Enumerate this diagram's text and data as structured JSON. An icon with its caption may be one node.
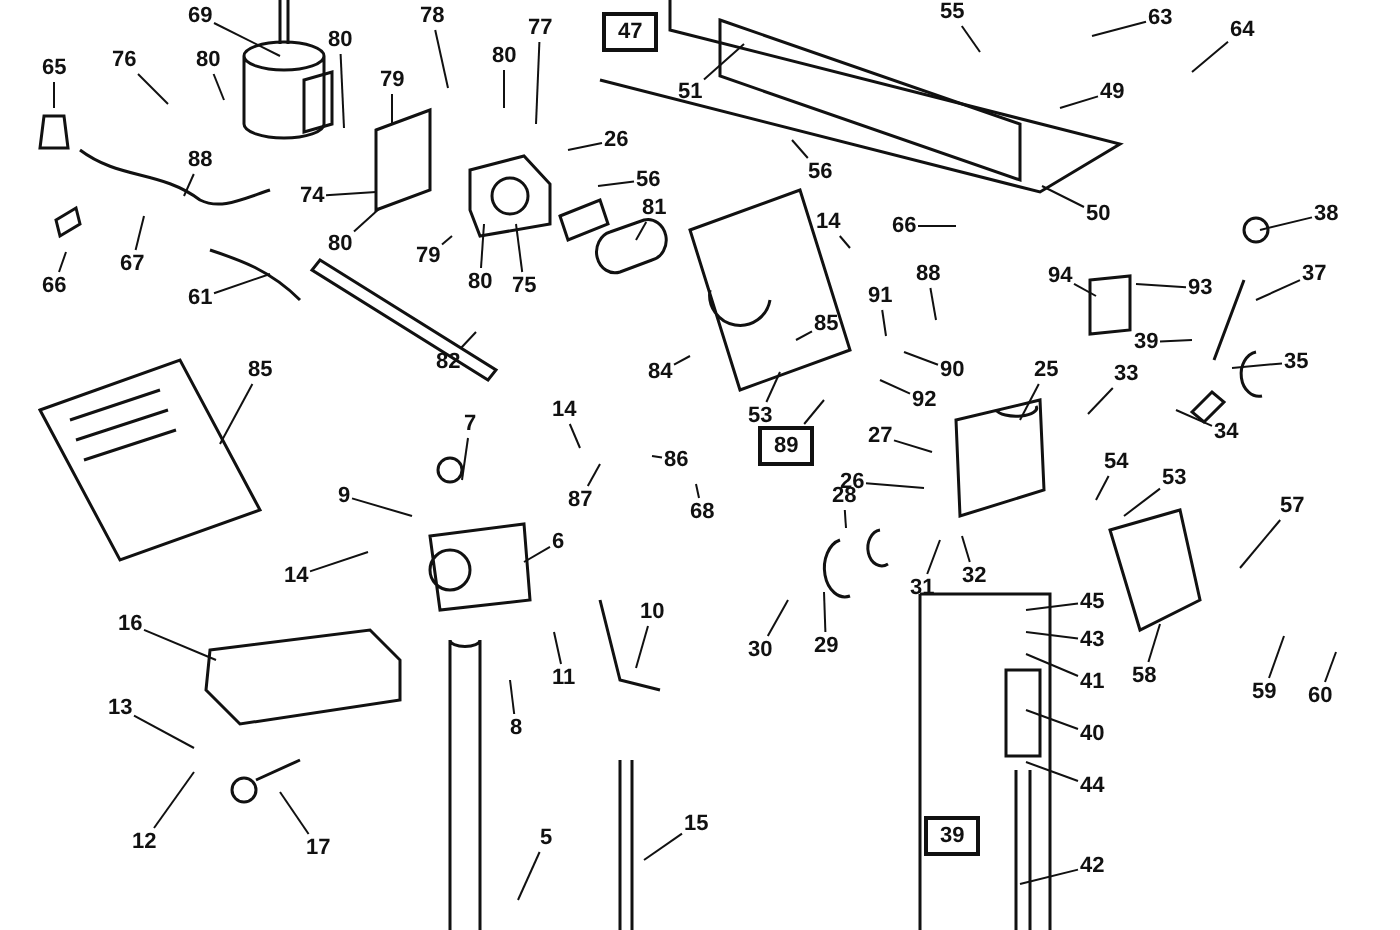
{
  "diagram": {
    "nodes": [
      {
        "text": [
          "69"
        ]
      },
      {
        "text": [
          "76"
        ]
      },
      {
        "text": [
          "80"
        ]
      },
      {
        "text": [
          "80"
        ]
      },
      {
        "text": [
          "79"
        ]
      },
      {
        "text": [
          "78"
        ]
      },
      {
        "text": [
          "80"
        ]
      },
      {
        "text": [
          "77"
        ]
      },
      {
        "text": [
          "65"
        ]
      },
      {
        "text": [
          "88"
        ]
      },
      {
        "text": [
          "26"
        ]
      },
      {
        "text": [
          "56"
        ]
      },
      {
        "text": [
          "74"
        ]
      },
      {
        "text": [
          "66"
        ]
      },
      {
        "text": [
          "67"
        ]
      },
      {
        "text": [
          "80"
        ]
      },
      {
        "text": [
          "79"
        ]
      },
      {
        "text": [
          "80"
        ]
      },
      {
        "text": [
          "75"
        ]
      },
      {
        "text": [
          "81"
        ]
      },
      {
        "text": [
          "61"
        ]
      },
      {
        "text": [
          "82"
        ]
      },
      {
        "text": [
          "85"
        ]
      },
      {
        "text": [
          "84"
        ]
      },
      {
        "text": [
          "14"
        ]
      },
      {
        "text": [
          "47"
        ]
      },
      {
        "text": [
          "51"
        ]
      },
      {
        "text": [
          "55"
        ]
      },
      {
        "text": [
          "63"
        ]
      },
      {
        "text": [
          "64"
        ]
      },
      {
        "text": [
          "49"
        ]
      },
      {
        "text": [
          "56"
        ]
      },
      {
        "text": [
          "50"
        ]
      },
      {
        "text": [
          "66"
        ]
      },
      {
        "text": [
          "38"
        ]
      },
      {
        "text": [
          "37"
        ]
      },
      {
        "text": [
          "88"
        ]
      },
      {
        "text": [
          "91"
        ]
      },
      {
        "text": [
          "90"
        ]
      },
      {
        "text": [
          "92"
        ]
      },
      {
        "text": [
          "85"
        ]
      },
      {
        "text": [
          "53"
        ]
      },
      {
        "text": [
          "94"
        ]
      },
      {
        "text": [
          "93"
        ]
      },
      {
        "text": [
          "39"
        ]
      },
      {
        "text": [
          "35"
        ]
      },
      {
        "text": [
          "25"
        ]
      },
      {
        "text": [
          "33"
        ]
      },
      {
        "text": [
          "34"
        ]
      },
      {
        "text": [
          "27"
        ]
      },
      {
        "text": [
          "26"
        ]
      },
      {
        "text": [
          "54"
        ]
      },
      {
        "text": [
          "53"
        ]
      },
      {
        "text": [
          "28"
        ]
      },
      {
        "text": [
          "31"
        ]
      },
      {
        "text": [
          "32"
        ]
      },
      {
        "text": [
          "57"
        ]
      },
      {
        "text": [
          "45"
        ]
      },
      {
        "text": [
          "43"
        ]
      },
      {
        "text": [
          "41"
        ]
      },
      {
        "text": [
          "40"
        ]
      },
      {
        "text": [
          "44"
        ]
      },
      {
        "text": [
          "39"
        ]
      },
      {
        "text": [
          "42"
        ]
      },
      {
        "text": [
          "58"
        ]
      },
      {
        "text": [
          "59"
        ]
      },
      {
        "text": [
          "60"
        ]
      },
      {
        "text": [
          "30"
        ]
      },
      {
        "text": [
          "29"
        ]
      },
      {
        "text": [
          "7"
        ]
      },
      {
        "text": [
          "9"
        ]
      },
      {
        "text": [
          "14"
        ]
      },
      {
        "text": [
          "6"
        ]
      },
      {
        "text": [
          "10"
        ]
      },
      {
        "text": [
          "11"
        ]
      },
      {
        "text": [
          "8"
        ]
      },
      {
        "text": [
          "16"
        ]
      },
      {
        "text": [
          "13"
        ]
      },
      {
        "text": [
          "12"
        ]
      },
      {
        "text": [
          "17"
        ]
      },
      {
        "text": [
          "5"
        ]
      },
      {
        "text": [
          "15"
        ]
      },
      {
        "text": [
          "87"
        ]
      },
      {
        "text": [
          "86"
        ]
      },
      {
        "text": [
          "68"
        ]
      },
      {
        "text": [
          "89"
        ]
      },
      {
        "text": [
          "14"
        ]
      }
    ],
    "edges": [
      {
        "from": 0,
        "to": null,
        "arrow": "none"
      },
      {
        "from": 1,
        "to": null,
        "arrow": "none"
      },
      {
        "from": 2,
        "to": null,
        "arrow": "none"
      },
      {
        "from": 3,
        "to": null,
        "arrow": "none"
      },
      {
        "from": 4,
        "to": null,
        "arrow": "none"
      },
      {
        "from": 5,
        "to": null,
        "arrow": "none"
      },
      {
        "from": 6,
        "to": null,
        "arrow": "none"
      },
      {
        "from": 7,
        "to": null,
        "arrow": "none"
      },
      {
        "from": 8,
        "to": null,
        "arrow": "none"
      },
      {
        "from": 9,
        "to": null,
        "arrow": "none"
      },
      {
        "from": 10,
        "to": null,
        "arrow": "none"
      },
      {
        "from": 11,
        "to": null,
        "arrow": "none"
      },
      {
        "from": 12,
        "to": null,
        "arrow": "none"
      },
      {
        "from": 13,
        "to": null,
        "arrow": "none"
      },
      {
        "from": 14,
        "to": null,
        "arrow": "none"
      },
      {
        "from": 15,
        "to": null,
        "arrow": "none"
      },
      {
        "from": 16,
        "to": null,
        "arrow": "none"
      },
      {
        "from": 17,
        "to": null,
        "arrow": "none"
      },
      {
        "from": 18,
        "to": null,
        "arrow": "none"
      },
      {
        "from": 19,
        "to": null,
        "arrow": "none"
      },
      {
        "from": 20,
        "to": null,
        "arrow": "none"
      },
      {
        "from": 21,
        "to": null,
        "arrow": "none"
      },
      {
        "from": 22,
        "to": null,
        "arrow": "none"
      },
      {
        "from": 23,
        "to": null,
        "arrow": "none"
      },
      {
        "from": 24,
        "to": null,
        "arrow": "none"
      },
      {
        "from": 26,
        "to": null,
        "arrow": "none"
      },
      {
        "from": 27,
        "to": null,
        "arrow": "none"
      },
      {
        "from": 28,
        "to": null,
        "arrow": "none"
      },
      {
        "from": 29,
        "to": null,
        "arrow": "none"
      },
      {
        "from": 30,
        "to": null,
        "arrow": "none"
      },
      {
        "from": 31,
        "to": null,
        "arrow": "none"
      },
      {
        "from": 32,
        "to": null,
        "arrow": "none"
      },
      {
        "from": 33,
        "to": null,
        "arrow": "none"
      },
      {
        "from": 34,
        "to": null,
        "arrow": "none"
      },
      {
        "from": 35,
        "to": null,
        "arrow": "none"
      },
      {
        "from": 36,
        "to": null,
        "arrow": "none"
      },
      {
        "from": 37,
        "to": null,
        "arrow": "none"
      },
      {
        "from": 38,
        "to": null,
        "arrow": "none"
      },
      {
        "from": 39,
        "to": null,
        "arrow": "none"
      },
      {
        "from": 40,
        "to": null,
        "arrow": "none"
      },
      {
        "from": 41,
        "to": null,
        "arrow": "none"
      },
      {
        "from": 42,
        "to": null,
        "arrow": "none"
      },
      {
        "from": 43,
        "to": null,
        "arrow": "none"
      },
      {
        "from": 44,
        "to": null,
        "arrow": "none"
      },
      {
        "from": 45,
        "to": null,
        "arrow": "none"
      },
      {
        "from": 46,
        "to": null,
        "arrow": "none"
      },
      {
        "from": 47,
        "to": null,
        "arrow": "none"
      },
      {
        "from": 48,
        "to": null,
        "arrow": "none"
      },
      {
        "from": 49,
        "to": null,
        "arrow": "none"
      },
      {
        "from": 50,
        "to": null,
        "arrow": "none"
      },
      {
        "from": 51,
        "to": null,
        "arrow": "none"
      },
      {
        "from": 52,
        "to": null,
        "arrow": "none"
      },
      {
        "from": 53,
        "to": null,
        "arrow": "none"
      },
      {
        "from": 54,
        "to": null,
        "arrow": "none"
      },
      {
        "from": 55,
        "to": null,
        "arrow": "none"
      },
      {
        "from": 56,
        "to": null,
        "arrow": "none"
      },
      {
        "from": 57,
        "to": null,
        "arrow": "none"
      },
      {
        "from": 58,
        "to": null,
        "arrow": "none"
      },
      {
        "from": 59,
        "to": null,
        "arrow": "none"
      },
      {
        "from": 60,
        "to": null,
        "arrow": "none"
      },
      {
        "from": 61,
        "to": null,
        "arrow": "none"
      },
      {
        "from": 63,
        "to": null,
        "arrow": "none"
      },
      {
        "from": 64,
        "to": null,
        "arrow": "none"
      },
      {
        "from": 65,
        "to": null,
        "arrow": "none"
      },
      {
        "from": 66,
        "to": null,
        "arrow": "none"
      },
      {
        "from": 67,
        "to": null,
        "arrow": "none"
      },
      {
        "from": 68,
        "to": null,
        "arrow": "none"
      },
      {
        "from": 69,
        "to": null,
        "arrow": "none"
      },
      {
        "from": 70,
        "to": null,
        "arrow": "none"
      },
      {
        "from": 71,
        "to": null,
        "arrow": "none"
      },
      {
        "from": 72,
        "to": null,
        "arrow": "none"
      },
      {
        "from": 73,
        "to": null,
        "arrow": "none"
      },
      {
        "from": 74,
        "to": null,
        "arrow": "none"
      },
      {
        "from": 75,
        "to": null,
        "arrow": "none"
      },
      {
        "from": 76,
        "to": null,
        "arrow": "none"
      },
      {
        "from": 77,
        "to": null,
        "arrow": "none"
      },
      {
        "from": 78,
        "to": null,
        "arrow": "none"
      },
      {
        "from": 79,
        "to": null,
        "arrow": "none"
      },
      {
        "from": 80,
        "to": null,
        "arrow": "none"
      },
      {
        "from": 81,
        "to": null,
        "arrow": "none"
      },
      {
        "from": 82,
        "to": null,
        "arrow": "none"
      },
      {
        "from": 83,
        "to": null,
        "arrow": "none"
      },
      {
        "from": 84,
        "to": null,
        "arrow": "none"
      },
      {
        "from": 85,
        "to": null,
        "arrow": "none"
      },
      {
        "from": 86,
        "to": null,
        "arrow": "none"
      }
    ]
  }
}
